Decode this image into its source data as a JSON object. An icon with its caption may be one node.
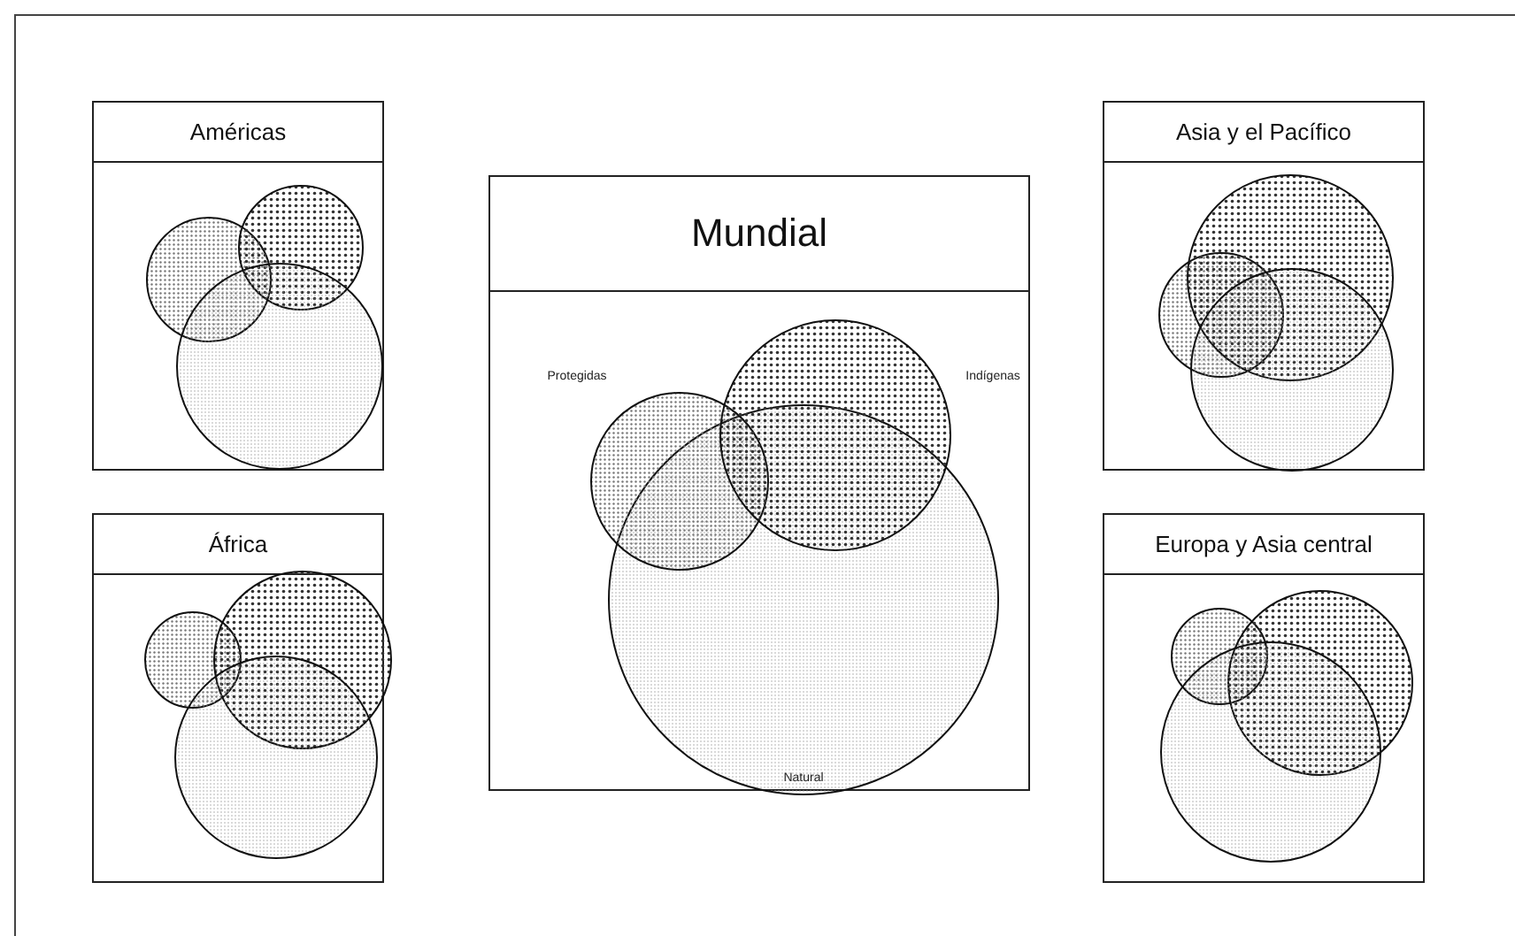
{
  "diagram": {
    "nodes": [
      {
        "text": [
          "Américas"
        ]
      },
      {
        "text": [],
        "shape": "circle",
        "in": 0
      },
      {
        "text": [],
        "shape": "circle",
        "in": 0
      },
      {
        "text": [],
        "shape": "circle",
        "in": 0
      },
      {
        "text": [
          "Mundial"
        ]
      },
      {
        "text": [
          "Natural"
        ],
        "in": 4
      },
      {
        "text": [],
        "shape": "circle",
        "in": 4,
        "beside": [
          "Protegidas"
        ]
      },
      {
        "text": [],
        "shape": "circle",
        "in": 4,
        "beside": [
          "Indígenas"
        ]
      },
      {
        "text": [
          "Asia y el Pacífico"
        ]
      },
      {
        "text": [],
        "shape": "circle",
        "in": 8
      },
      {
        "text": [],
        "shape": "circle",
        "in": 8
      },
      {
        "text": [],
        "shape": "circle",
        "in": 8
      },
      {
        "text": [
          "África"
        ]
      },
      {
        "text": [],
        "shape": "circle",
        "in": 12
      },
      {
        "text": [],
        "shape": "circle",
        "in": 12
      },
      {
        "text": [],
        "shape": "circle",
        "in": 12
      },
      {
        "text": [
          "Europa y Asia central"
        ]
      },
      {
        "text": [],
        "shape": "circle",
        "in": 16
      },
      {
        "text": [],
        "shape": "circle",
        "in": 16
      },
      {
        "text": [],
        "shape": "circle",
        "in": 16
      }
    ],
    "edges": []
  }
}
